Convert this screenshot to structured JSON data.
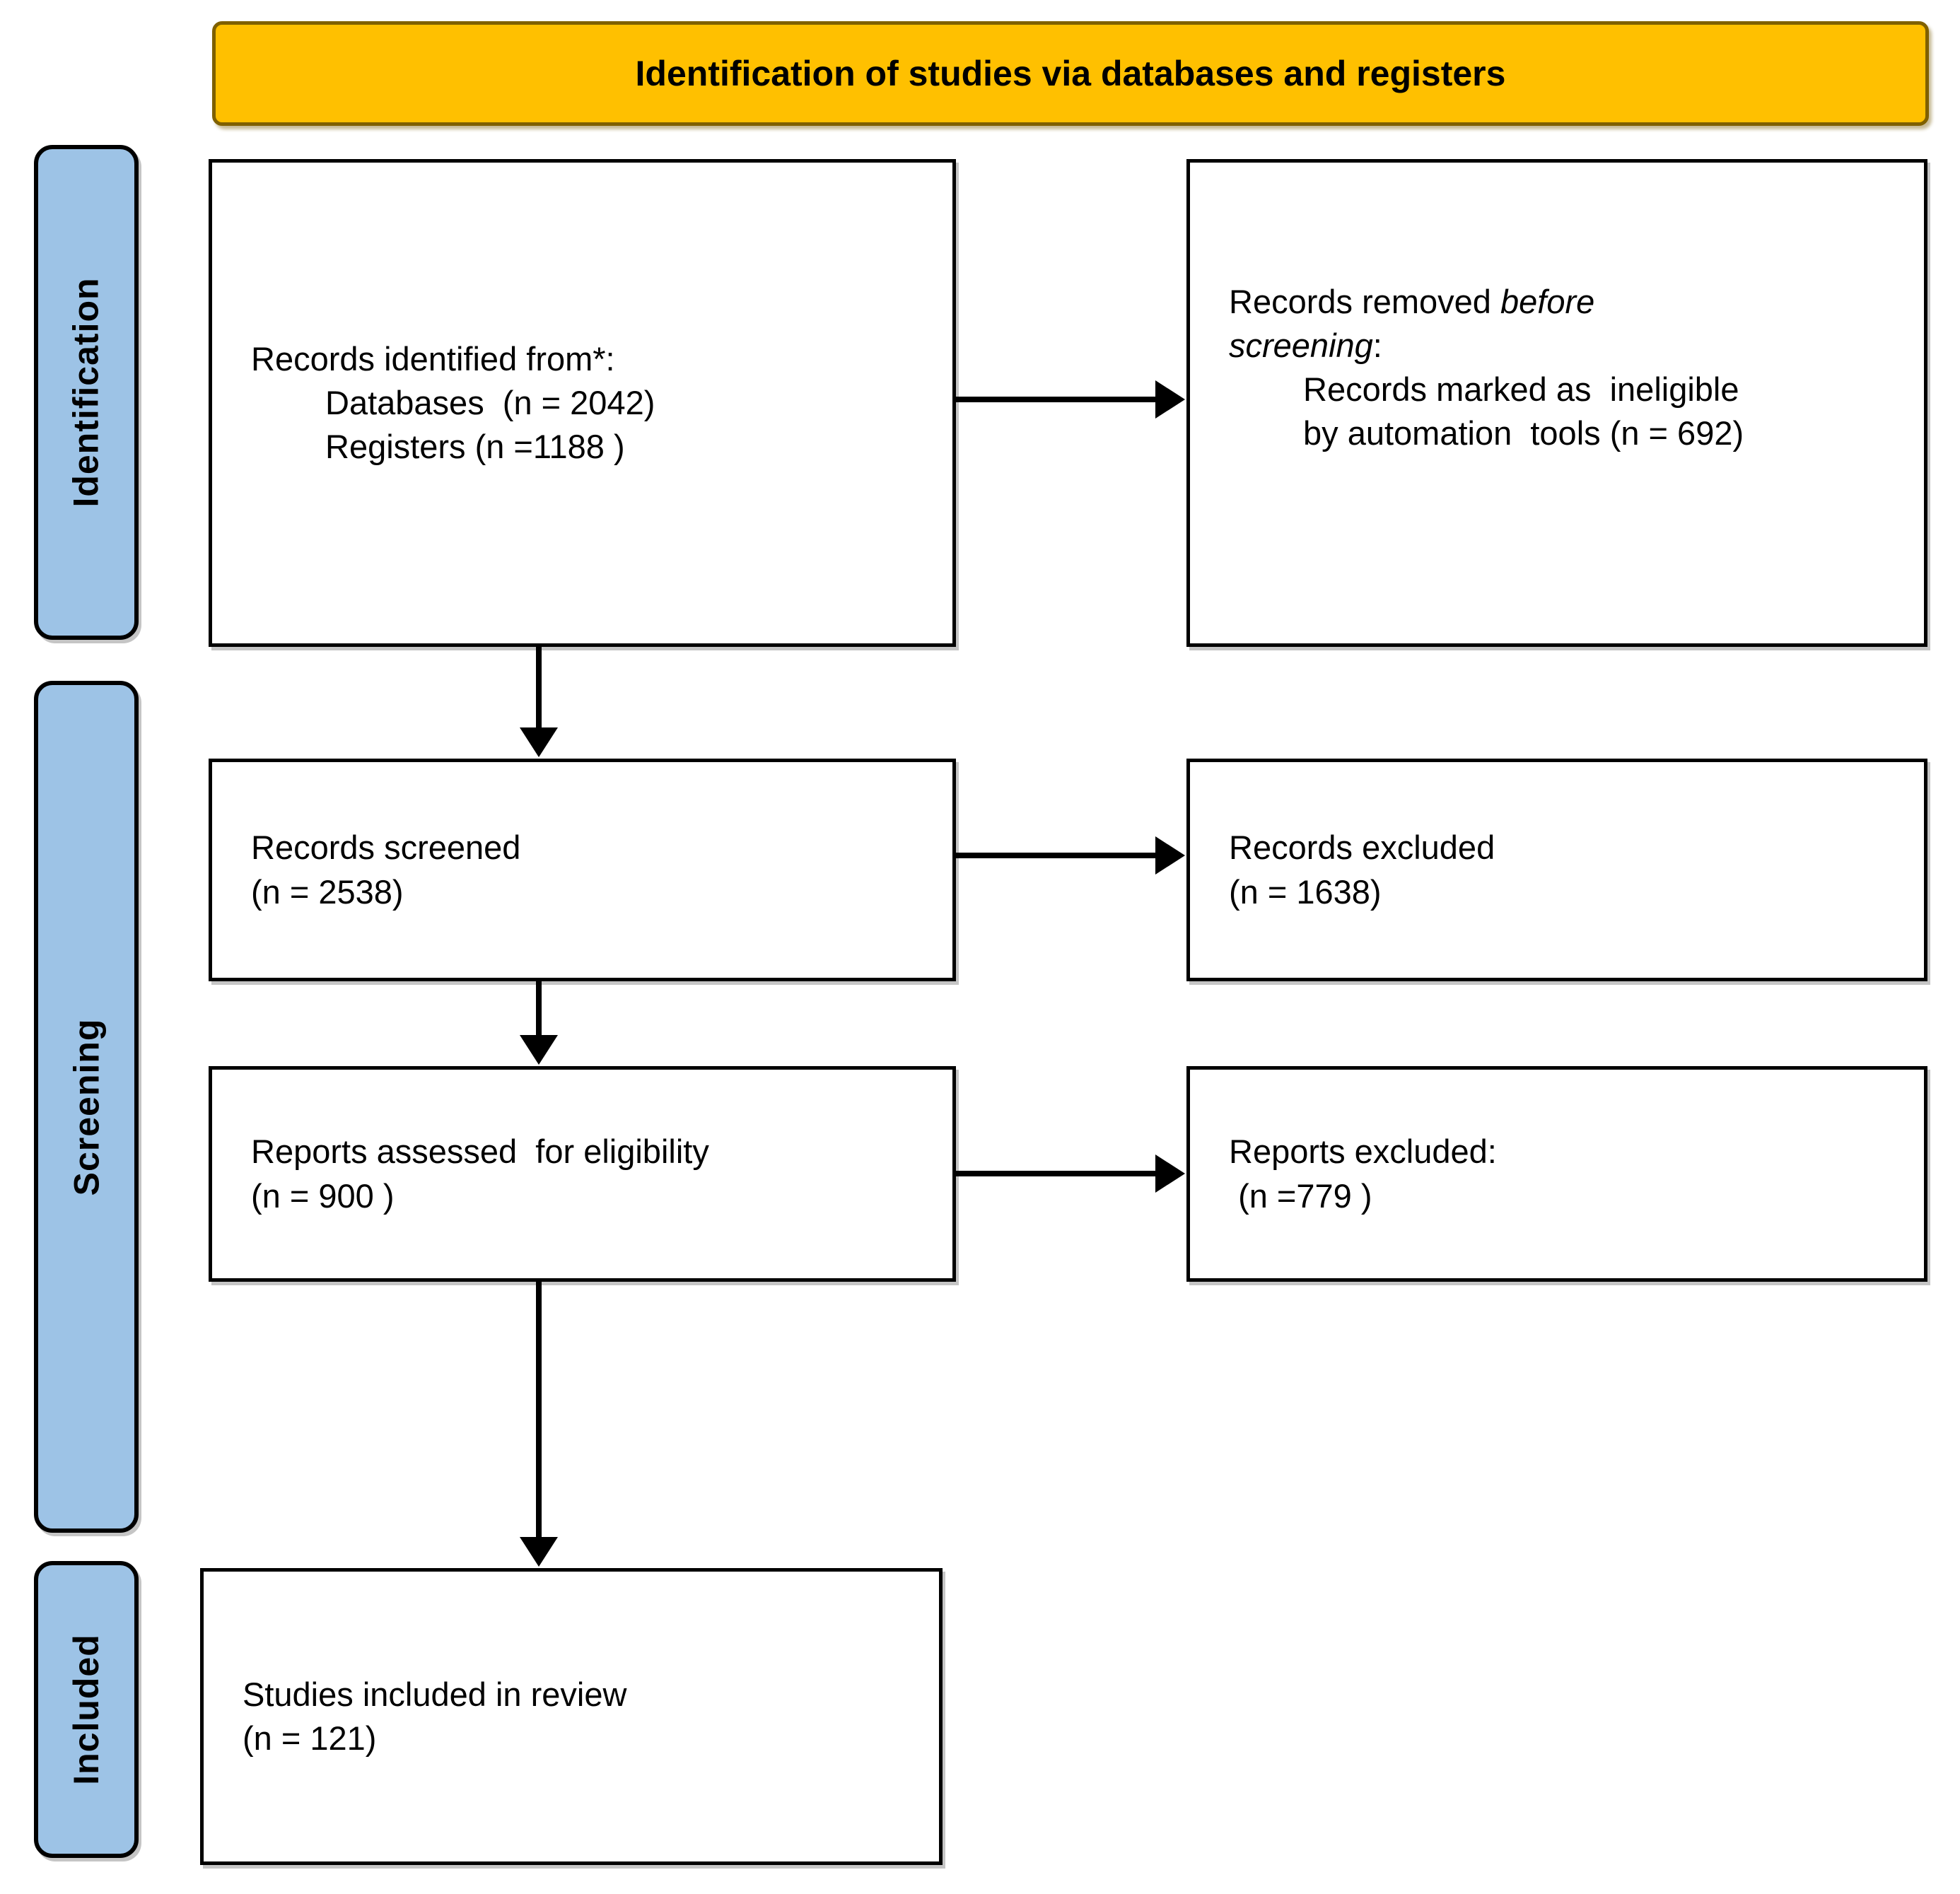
{
  "title": "Identification of studies via databases and registers",
  "stages": {
    "identification": "Identification",
    "screening": "Screening",
    "included": "Included"
  },
  "boxes": {
    "identified": {
      "heading": "Records identified from*:",
      "items": [
        "Databases  (n = 2042)",
        "Registers (n =1188 )"
      ]
    },
    "removed": {
      "line1_regular": "Records removed ",
      "line1_italic": "before",
      "line2_italic": "screening",
      "line2_regular": ":",
      "items": [
        "Records marked as  ineligible",
        "by automation  tools (n = 692)"
      ]
    },
    "screened": {
      "lines": [
        "Records screened",
        "(n = 2538)"
      ]
    },
    "records_excluded": {
      "lines": [
        "Records excluded",
        "(n = 1638)"
      ]
    },
    "assessed": {
      "lines": [
        "Reports assessed  for eligibility",
        "(n = 900 )"
      ]
    },
    "reports_excluded": {
      "lines": [
        "Reports excluded:",
        " (n =779 )"
      ]
    },
    "included": {
      "lines": [
        "Studies included in review",
        "(n = 121)"
      ]
    }
  },
  "colors": {
    "header_bg": "#FFC000",
    "header_border": "#7F6000",
    "stage_bg": "#9DC3E6",
    "stage_border": "#000000",
    "box_bg": "#FFFFFF",
    "box_border": "#000000",
    "arrow": "#000000",
    "text": "#000000"
  }
}
